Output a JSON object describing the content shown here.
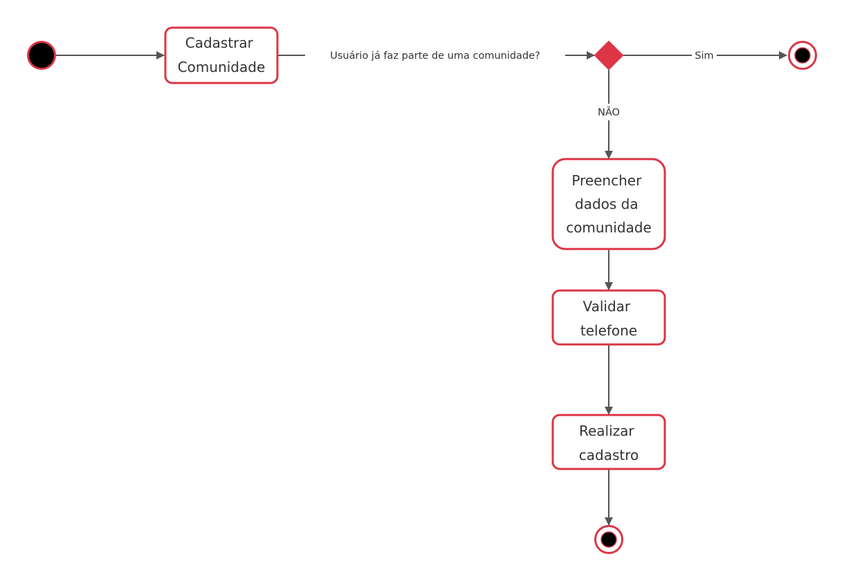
{
  "colors": {
    "accent": "#dc3545",
    "line": "#555555",
    "text": "#333333",
    "node_fill": "#ffffff",
    "dot_fill": "#000000"
  },
  "nodes": {
    "start": {
      "kind": "initial-node"
    },
    "cadastrar": {
      "kind": "action",
      "lines": [
        "Cadastrar",
        "Comunidade"
      ]
    },
    "decision": {
      "kind": "decision"
    },
    "end_sim": {
      "kind": "final-node"
    },
    "preencher": {
      "kind": "action",
      "lines": [
        "Preencher",
        "dados da",
        "comunidade"
      ]
    },
    "validar": {
      "kind": "action",
      "lines": [
        "Validar",
        "telefone"
      ]
    },
    "realizar": {
      "kind": "action",
      "lines": [
        "Realizar",
        "cadastro"
      ]
    },
    "end_main": {
      "kind": "final-node"
    }
  },
  "edges": {
    "start_to_cadastrar": {
      "from": "start",
      "to": "cadastrar",
      "label": ""
    },
    "cadastrar_to_decision": {
      "from": "cadastrar",
      "to": "decision",
      "label": "Usuário já faz parte de uma comunidade?"
    },
    "decision_to_end_sim": {
      "from": "decision",
      "to": "end_sim",
      "label": "Sim"
    },
    "decision_to_preencher": {
      "from": "decision",
      "to": "preencher",
      "label": "NÃO"
    },
    "preencher_to_validar": {
      "from": "preencher",
      "to": "validar",
      "label": ""
    },
    "validar_to_realizar": {
      "from": "validar",
      "to": "realizar",
      "label": ""
    },
    "realizar_to_end_main": {
      "from": "realizar",
      "to": "end_main",
      "label": ""
    }
  }
}
